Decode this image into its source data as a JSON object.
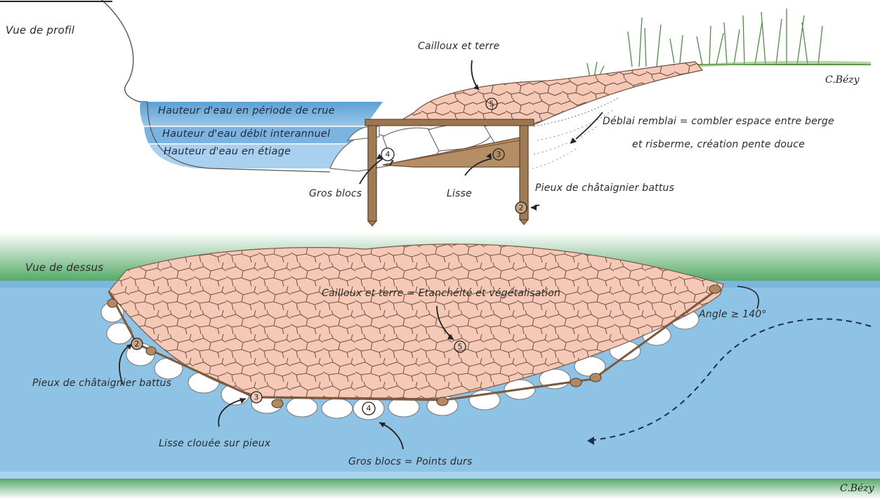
{
  "top": {
    "view_title": "Vue de profil",
    "signature": "C.Bézy",
    "water_levels": [
      "Hauteur d'eau en période de crue",
      "Hauteur d'eau débit interannuel",
      "Hauteur d'eau en étiage"
    ],
    "labels": {
      "cailloux": "Cailloux et terre",
      "deblai_line1": "Déblai remblai = combler espace entre berge",
      "deblai_line2": "et risberme, création pente douce",
      "gros_blocs": "Gros blocs",
      "lisse": "Lisse",
      "pieux": "Pieux de châtaignier battus"
    },
    "markers": [
      "5",
      "4",
      "3",
      "2"
    ]
  },
  "bottom": {
    "view_title": "Vue de dessus",
    "signature": "C.Bézy",
    "labels": {
      "cailloux": "Cailloux et terre = Etanchéité et végétalisation",
      "angle": "Angle ≥ 140°",
      "pieux": "Pieux de châtaignier battus",
      "lisse": "Lisse clouée sur pieux",
      "gros_blocs": "Gros blocs = Points durs"
    },
    "markers": [
      "2",
      "5",
      "3",
      "4"
    ]
  },
  "colors": {
    "water": "#8fc3e6",
    "water_dark": "#6aaed8",
    "grass": "#3e9b52",
    "stone": "#f2c2ad",
    "wood": "#8b6a4a"
  }
}
